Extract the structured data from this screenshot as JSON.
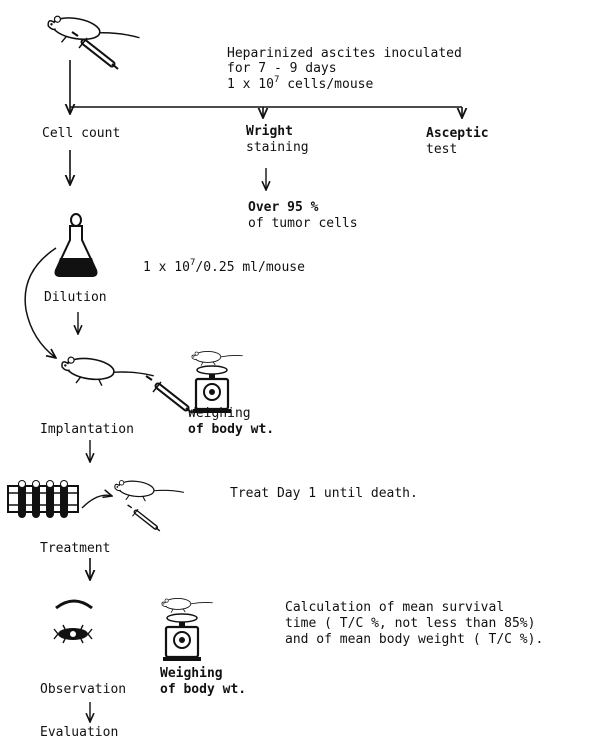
{
  "inoculation": {
    "line1": "Heparinized ascites inoculated",
    "line2": "for 7 - 9 days",
    "line3_pre": "1 x 10",
    "line3_exp": "7",
    "line3_post": " cells/mouse"
  },
  "branches": {
    "cell_count": "Cell count",
    "wright_1": "Wright",
    "wright_2": "staining",
    "aseptic_1": "Asceptic",
    "aseptic_2": "test",
    "over_1": "Over 95 %",
    "over_2": "of tumor cells"
  },
  "dilution": {
    "conc_pre": "1 x 10",
    "conc_exp": "7",
    "conc_post": "/0.25 ml/mouse",
    "label": "Dilution"
  },
  "implantation": {
    "label": "Implantation",
    "weigh_1": "Weighing",
    "weigh_2": "of body wt."
  },
  "treatment": {
    "note": "Treat Day 1 until death.",
    "label": "Treatment"
  },
  "observation": {
    "calc_1": "Calculation of mean survival",
    "calc_2": "time ( T/C %, not less than 85%)",
    "calc_3": "and of mean body weight ( T/C %).",
    "weigh_1": "Weighing",
    "weigh_2": "of body wt.",
    "label": "Observation"
  },
  "evaluation": {
    "label": "Evaluation"
  }
}
